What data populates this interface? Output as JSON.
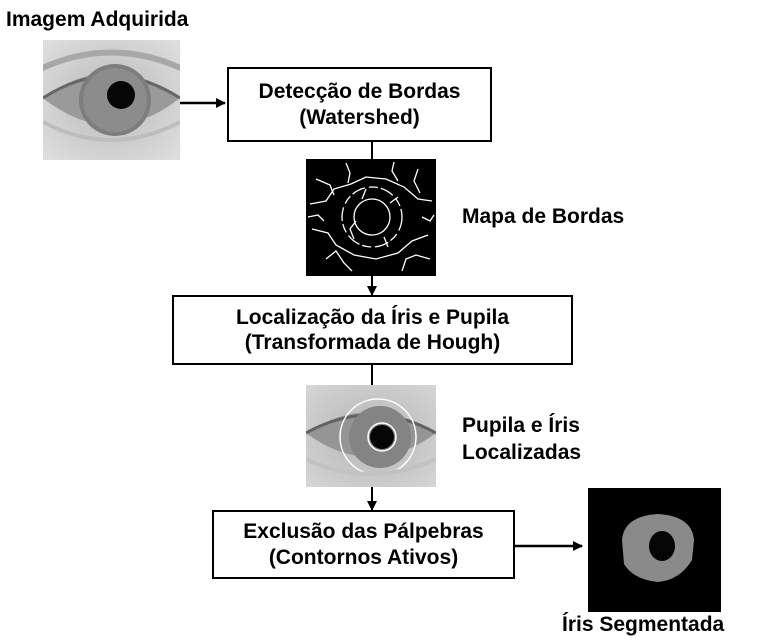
{
  "labels": {
    "acquired_image": "Imagem Adquirida",
    "edge_map": "Mapa de Bordas",
    "pupil_iris_line1": "Pupila e Íris",
    "pupil_iris_line2": "Localizadas",
    "segmented_iris": "Íris Segmentada"
  },
  "boxes": {
    "edge_detection": {
      "line1": "Detecção de Bordas",
      "line2": "(Watershed)"
    },
    "localization": {
      "line1": "Localização da Íris e Pupila",
      "line2": "(Transformada de Hough)"
    },
    "eyelid_exclusion": {
      "line1": "Exclusão das Pálpebras",
      "line2": "(Contornos Ativos)"
    }
  },
  "colors": {
    "line": "#000000",
    "edge_map_bg": "#000000",
    "edge_lines": "#ffffff",
    "iris_gray": "#8a8a8a",
    "pupil": "#0a0a0a",
    "skin": "#c8c8c8"
  }
}
